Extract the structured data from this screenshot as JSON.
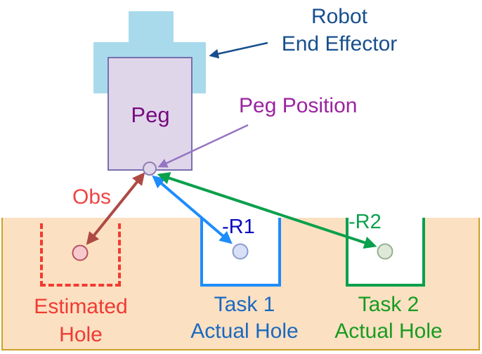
{
  "diagram": {
    "title_none": "",
    "robot": {
      "label_line1": "Robot",
      "label_line2": "End Effector"
    },
    "peg": {
      "label": "Peg"
    },
    "peg_position": {
      "label": "Peg Position"
    },
    "observation": {
      "label": "Obs"
    },
    "estimated_hole": {
      "label_line1": "Estimated",
      "label_line2": "Hole"
    },
    "task1": {
      "reward_label": "-R1",
      "label_line1": "Task 1",
      "label_line2": "Actual Hole"
    },
    "task2": {
      "reward_label": "-R2",
      "label_line1": "Task 2",
      "label_line2": "Actual Hole"
    },
    "colors": {
      "ground_fill": "#FCE0C2",
      "ground_border": "#C9A227",
      "effector_fill": "#A9DAEC",
      "peg_fill": "#E0D6EA",
      "peg_border": "#7670AE",
      "peg_text": "#750A7E",
      "robot_text_and_arrow": "#174F8E",
      "peg_position_text": "#9A23A0",
      "peg_position_arrow": "#9674C2",
      "obs_text": "#F04343",
      "obs_arrow": "#AE4A43",
      "obs_circle_fill": "#F7C9CE",
      "obs_circle_stroke": "#B5525B",
      "estimated_hole_dash": "#F23B30",
      "estimated_hole_text": "#EF3B33",
      "task1_hole_border": "#1E8CFC",
      "task1_arrow": "#1E8CFC",
      "task1_text": "#1A69BF",
      "task1_reward_text": "#0909C0",
      "task1_circle_fill": "#D7E0F5",
      "task1_circle_stroke": "#8A9BD0",
      "task2_hole_border": "#0AA04C",
      "task2_arrow": "#0AA04C",
      "task2_text": "#169C20",
      "task2_reward_text": "#0AA04C",
      "task2_circle_fill": "#DFE9D8",
      "task2_circle_stroke": "#95B091",
      "peg_position_circle_fill": "#E0D6EA",
      "peg_position_circle_stroke": "#8C80B4"
    }
  }
}
